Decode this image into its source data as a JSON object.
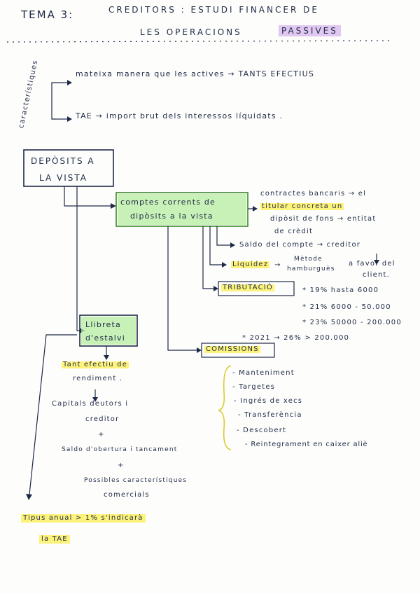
{
  "header": {
    "topic": "TEMA 3:",
    "title_line1": "CREDITORS : ESTUDI FINANCER DE",
    "title_line2_plain": "LES OPERACIONS",
    "title_line2_hl": "PASSIVES"
  },
  "characteristics": {
    "side_label": "característiques",
    "items": [
      "mateixa manera que les actives → TANTS EFECTIUS",
      "TAE → import brut dels interessos líquidats ."
    ]
  },
  "deposits_box": {
    "line1": "DEPÒSITS A",
    "line2": "LA VISTA"
  },
  "comptes": {
    "line1": "comptes corrents de",
    "line2": "dipòsits a la vista",
    "contract": [
      "contractes bancaris → el",
      "titular concreta un",
      "dipòsit de fons → entitat",
      "de crèdit"
    ],
    "saldo": "Saldo del compte → creditor",
    "liquidez": "Liquidez",
    "metode": [
      "Mètode",
      "hamburguès"
    ],
    "favor": [
      "a favor del",
      "client."
    ],
    "tributacio": "TRIBUTACIÓ",
    "tax_rates": [
      "* 19% hasta 6000",
      "* 21% 6000 - 50.000",
      "* 23% 50000 - 200.000",
      "* 2021 → 26% > 200.000"
    ],
    "comissions": "COMISSIONS",
    "comissions_items": [
      "- Manteniment",
      "- Targetes",
      "- Ingrés de xecs",
      "- Transferència",
      "- Descobert",
      "- Reintegrament en caixer aliè"
    ]
  },
  "llibreta": {
    "line1": "Llibreta",
    "line2": "d'estalvi",
    "items": [
      "Tant efectiu de",
      "rendiment .",
      "Capitals deutors i",
      "creditor",
      "+",
      "Saldo d'obertura i tancament",
      "+",
      "Possibles característiques",
      "comercials"
    ],
    "tipus": "Tipus anual > 1% s'indicarà",
    "tae": "la TAE"
  },
  "colors": {
    "ink": "#1f2a48",
    "highlight_green": "#b4eca0",
    "highlight_yellow": "#fcf05a",
    "highlight_purple": "#d4b0ec"
  }
}
